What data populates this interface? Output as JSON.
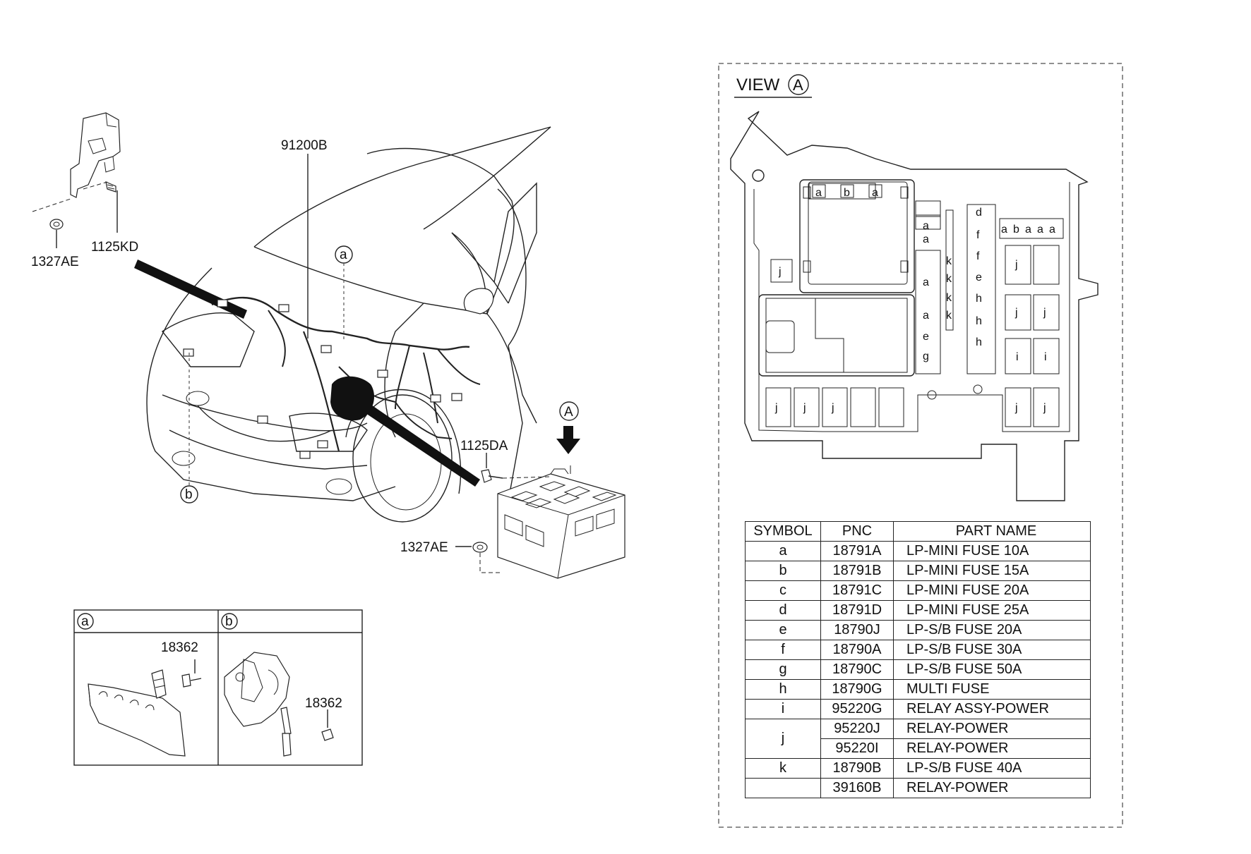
{
  "diagram": {
    "labels": {
      "harness": "91200B",
      "bolt_top": "1125KD",
      "nut_top": "1327AE",
      "bolt_box": "1125DA",
      "nut_box": "1327AE",
      "callout_a": "a",
      "callout_b": "b",
      "view_arrow": "A",
      "inset_a_header": "a",
      "inset_b_header": "b",
      "inset_a_part": "18362",
      "inset_b_part": "18362"
    },
    "view": {
      "title": "VIEW",
      "letter": "A"
    },
    "fuse_box_labels": {
      "top_row": [
        "a",
        "b",
        "a"
      ],
      "center_column": [
        "a",
        "a",
        "a",
        "a",
        "e",
        "g"
      ],
      "k_column": [
        "k",
        "k",
        "k",
        "k"
      ],
      "right_column": [
        "d",
        "f",
        "f",
        "e",
        "h",
        "h",
        "h"
      ],
      "right_small": [
        "a",
        "b",
        "a",
        "a",
        "a"
      ],
      "relays_left": [
        "j"
      ],
      "relays_bottom": [
        "j",
        "j",
        "j"
      ],
      "relays_right": [
        "j",
        "j",
        "j",
        "i",
        "i",
        "j",
        "j"
      ]
    },
    "table": {
      "headers": [
        "SYMBOL",
        "PNC",
        "PART NAME"
      ],
      "rows": [
        {
          "symbol": "a",
          "pnc": "18791A",
          "name": "LP-MINI FUSE 10A"
        },
        {
          "symbol": "b",
          "pnc": "18791B",
          "name": "LP-MINI FUSE 15A"
        },
        {
          "symbol": "c",
          "pnc": "18791C",
          "name": "LP-MINI FUSE 20A"
        },
        {
          "symbol": "d",
          "pnc": "18791D",
          "name": "LP-MINI FUSE 25A"
        },
        {
          "symbol": "e",
          "pnc": "18790J",
          "name": "LP-S/B FUSE 20A"
        },
        {
          "symbol": "f",
          "pnc": "18790A",
          "name": "LP-S/B FUSE 30A"
        },
        {
          "symbol": "g",
          "pnc": "18790C",
          "name": "LP-S/B FUSE 50A"
        },
        {
          "symbol": "h",
          "pnc": "18790G",
          "name": "MULTI FUSE"
        },
        {
          "symbol": "i",
          "pnc": "95220G",
          "name": "RELAY ASSY-POWER"
        },
        {
          "symbol": "j",
          "pnc": "95220J",
          "name": "RELAY-POWER"
        },
        {
          "symbol": "",
          "pnc": "95220I",
          "name": "RELAY-POWER"
        },
        {
          "symbol": "k",
          "pnc": "18790B",
          "name": "LP-S/B FUSE 40A"
        },
        {
          "symbol": "",
          "pnc": "39160B",
          "name": "RELAY-POWER"
        }
      ]
    }
  }
}
